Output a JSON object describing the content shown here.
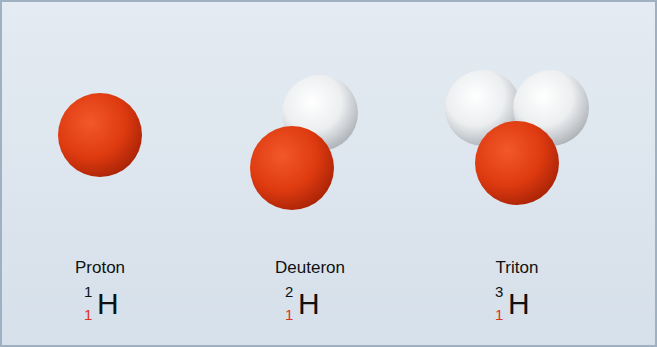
{
  "diagram": {
    "labels": [
      "Proton",
      "1",
      "1",
      "H",
      "Deuteron",
      "2",
      "1",
      "H",
      "Triton",
      "3",
      "1",
      "H"
    ]
  }
}
